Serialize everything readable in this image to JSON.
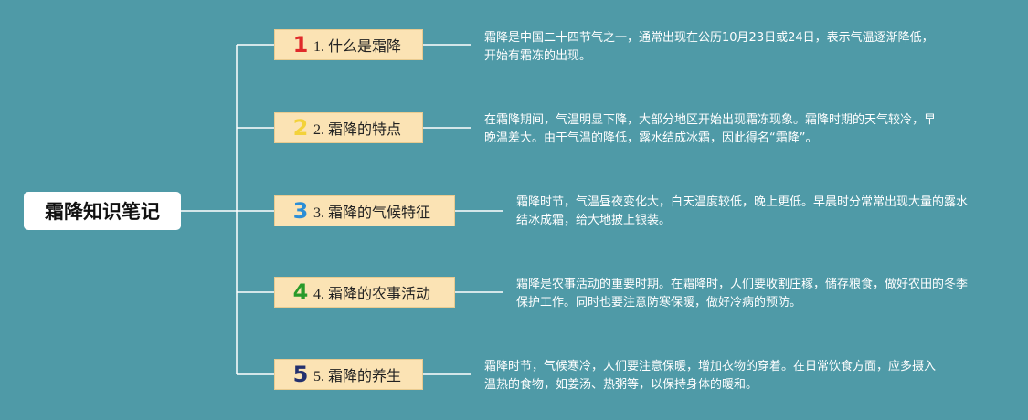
{
  "root": {
    "title": "霜降知识笔记"
  },
  "topics": [
    {
      "number": "1",
      "label": "1. 什么是霜降",
      "color": "#e02a2a",
      "desc": "霜降是中国二十四节气之一，通常出现在公历10月23日或24日，表示气温逐渐降低，开始有霜冻的出现。"
    },
    {
      "number": "2",
      "label": "2. 霜降的特点",
      "color": "#f3d23a",
      "desc": "在霜降期间，气温明显下降，大部分地区开始出现霜冻现象。霜降时期的天气较冷，早晚温差大。由于气温的降低，露水结成冰霜，因此得名“霜降”。"
    },
    {
      "number": "3",
      "label": "3. 霜降的气候特征",
      "color": "#2c8ed6",
      "desc": "霜降时节，气温昼夜变化大，白天温度较低，晚上更低。早晨时分常常出现大量的露水结冰成霜，给大地披上银装。"
    },
    {
      "number": "4",
      "label": "4. 霜降的农事活动",
      "color": "#2a9a2a",
      "desc": "霜降是农事活动的重要时期。在霜降时，人们要收割庄稼，储存粮食，做好农田的冬季保护工作。同时也要注意防寒保暖，做好冷病的预防。"
    },
    {
      "number": "5",
      "label": "5. 霜降的养生",
      "color": "#23306e",
      "desc": "霜降时节，气候寒冷，人们要注意保暖，增加衣物的穿着。在日常饮食方面，应多摄入温热的食物，如姜汤、热粥等，以保持身体的暖和。"
    }
  ]
}
